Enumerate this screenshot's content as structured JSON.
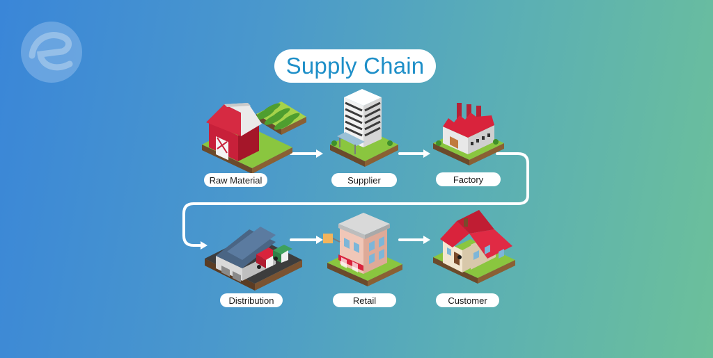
{
  "title": "Supply Chain",
  "logo": {
    "icon": "brand-e-logo-icon",
    "letter": "e"
  },
  "stages": [
    {
      "id": "raw-material",
      "label": "Raw Material",
      "icon": "barn-field-icon"
    },
    {
      "id": "supplier",
      "label": "Supplier",
      "icon": "office-tower-icon"
    },
    {
      "id": "factory",
      "label": "Factory",
      "icon": "factory-icon"
    },
    {
      "id": "distribution",
      "label": "Distribution",
      "icon": "warehouse-trucks-icon"
    },
    {
      "id": "retail",
      "label": "Retail",
      "icon": "retail-shop-icon"
    },
    {
      "id": "customer",
      "label": "Customer",
      "icon": "house-icon"
    }
  ],
  "colors": {
    "background_start": "#3a86d8",
    "background_end": "#6cc09a",
    "title_text": "#1e8fc8",
    "label_text": "#1a1a1a",
    "connector": "#ffffff"
  }
}
